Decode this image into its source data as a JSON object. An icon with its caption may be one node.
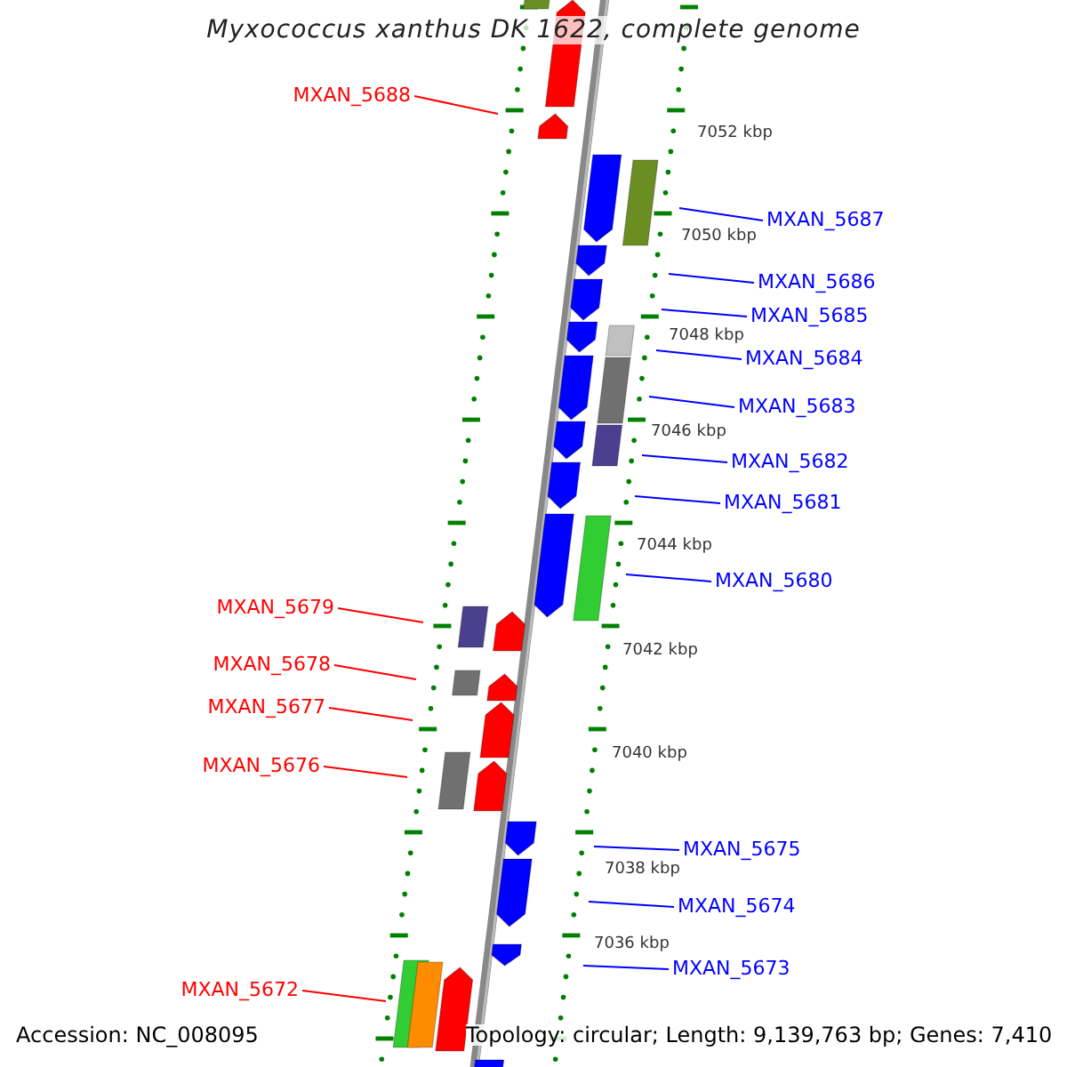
{
  "diagram": {
    "title": "Myxococcus xanthus DK 1622, complete genome",
    "nodes": [
      {
        "text": [
          "MXAN_5688"
        ]
      },
      {
        "text": [
          "MXAN_5687"
        ]
      },
      {
        "text": [
          "MXAN_5686"
        ]
      },
      {
        "text": [
          "MXAN_5685"
        ]
      },
      {
        "text": [
          "MXAN_5684"
        ]
      },
      {
        "text": [
          "MXAN_5683"
        ]
      },
      {
        "text": [
          "MXAN_5682"
        ]
      },
      {
        "text": [
          "MXAN_5681"
        ]
      },
      {
        "text": [
          "MXAN_5680"
        ]
      },
      {
        "text": [
          "MXAN_5679"
        ]
      },
      {
        "text": [
          "MXAN_5678"
        ]
      },
      {
        "text": [
          "MXAN_5677"
        ]
      },
      {
        "text": [
          "MXAN_5676"
        ]
      },
      {
        "text": [
          "MXAN_5675"
        ]
      },
      {
        "text": [
          "MXAN_5674"
        ]
      },
      {
        "text": [
          "MXAN_5673"
        ]
      },
      {
        "text": [
          "MXAN_5672"
        ]
      }
    ],
    "edges": [
      {
        "from": 0,
        "to": null,
        "arrow": "none",
        "color": "#ff0000"
      },
      {
        "from": 1,
        "to": null,
        "arrow": "none"
      },
      {
        "from": 2,
        "to": null,
        "arrow": "none"
      },
      {
        "from": 3,
        "to": null,
        "arrow": "none"
      },
      {
        "from": 4,
        "to": null,
        "arrow": "none"
      },
      {
        "from": 5,
        "to": null,
        "arrow": "none"
      },
      {
        "from": 6,
        "to": null,
        "arrow": "none"
      },
      {
        "from": 7,
        "to": null,
        "arrow": "none"
      },
      {
        "from": 8,
        "to": null,
        "arrow": "none"
      },
      {
        "from": 9,
        "to": null,
        "arrow": "none",
        "color": "#ff0000"
      },
      {
        "from": 10,
        "to": null,
        "arrow": "none",
        "color": "#ff0000"
      },
      {
        "from": 11,
        "to": null,
        "arrow": "none",
        "color": "#ff0000"
      },
      {
        "from": 12,
        "to": null,
        "arrow": "none",
        "color": "#ff0000"
      },
      {
        "from": 13,
        "to": null,
        "arrow": "none"
      },
      {
        "from": 14,
        "to": null,
        "arrow": "none"
      },
      {
        "from": 15,
        "to": null,
        "arrow": "none"
      },
      {
        "from": 16,
        "to": null,
        "arrow": "none",
        "color": "#ff0000"
      }
    ],
    "labels": [
      "7052 kbp",
      "7050 kbp",
      "7048 kbp",
      "7046 kbp",
      "7044 kbp",
      "7042 kbp",
      "7040 kbp",
      "7038 kbp",
      "7036 kbp",
      "Accession: NC_008095",
      "Topology: circular; Length: 9,139,763 bp; Genes: 7,410"
    ]
  }
}
